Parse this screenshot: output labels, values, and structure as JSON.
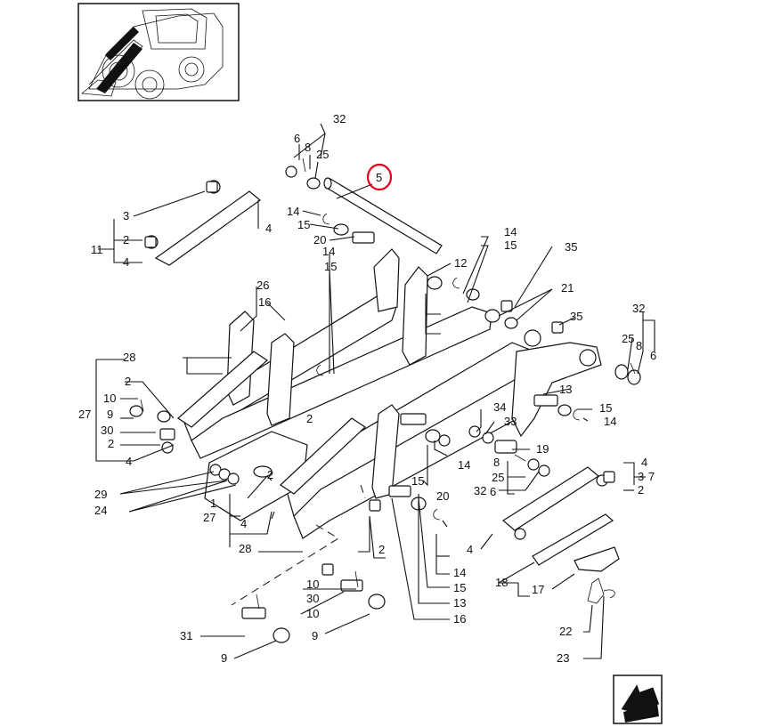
{
  "diagram": {
    "highlight_color": "#e0001b",
    "highlighted_callout": "5",
    "callouts": [
      "32",
      "6",
      "8",
      "25",
      "5",
      "14",
      "15",
      "20",
      "3",
      "4",
      "11",
      "2",
      "4",
      "12",
      "14",
      "15",
      "35",
      "26",
      "16",
      "14",
      "15",
      "21",
      "32",
      "25",
      "8",
      "6",
      "35",
      "28",
      "2",
      "10",
      "9",
      "30",
      "2",
      "4",
      "27",
      "13",
      "15",
      "14",
      "34",
      "33",
      "19",
      "2",
      "15",
      "14",
      "8",
      "25",
      "32",
      "6",
      "4",
      "7",
      "3",
      "2",
      "29",
      "24",
      "1",
      "2",
      "27",
      "4",
      "28",
      "20",
      "4",
      "14",
      "15",
      "13",
      "16",
      "2",
      "10",
      "30",
      "10",
      "9",
      "31",
      "9",
      "18",
      "17",
      "22",
      "23"
    ]
  },
  "icons": {
    "thumbnail": "backhoe-loader-thumbnail-icon",
    "nav": "next-page-arrow-icon"
  }
}
